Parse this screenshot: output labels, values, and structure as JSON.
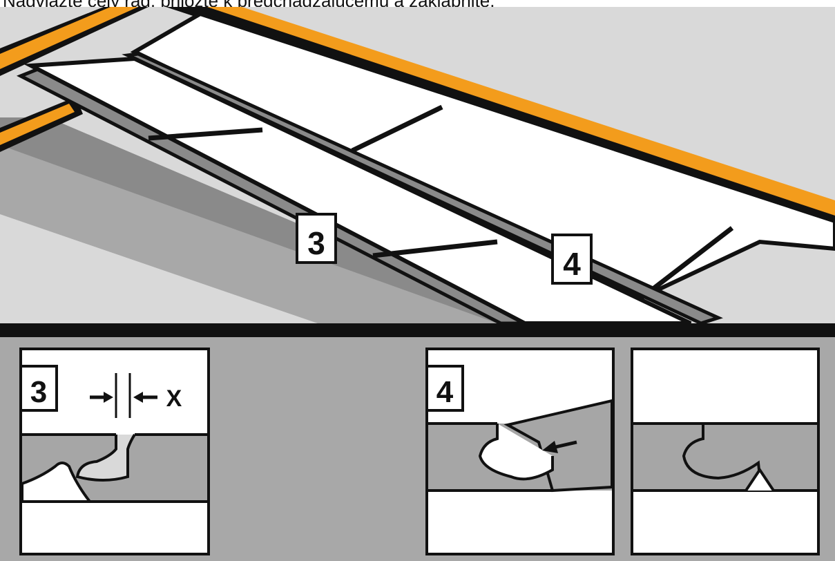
{
  "caption": "Nadviažte celý rad, priložte k predchádzajúcemu a zaklapnite.",
  "callouts": {
    "top_3": "3",
    "top_4": "4",
    "detail_3": "3",
    "detail_4": "4"
  },
  "gap_label": "X",
  "colors": {
    "orange": "#f39c1c",
    "outline": "#111111",
    "gray_top": "#d9d9d9",
    "gray_mid": "#a6a6a6",
    "gray_dark": "#8a8a8a",
    "panel_bg": "#a8a8a8",
    "white": "#ffffff"
  }
}
